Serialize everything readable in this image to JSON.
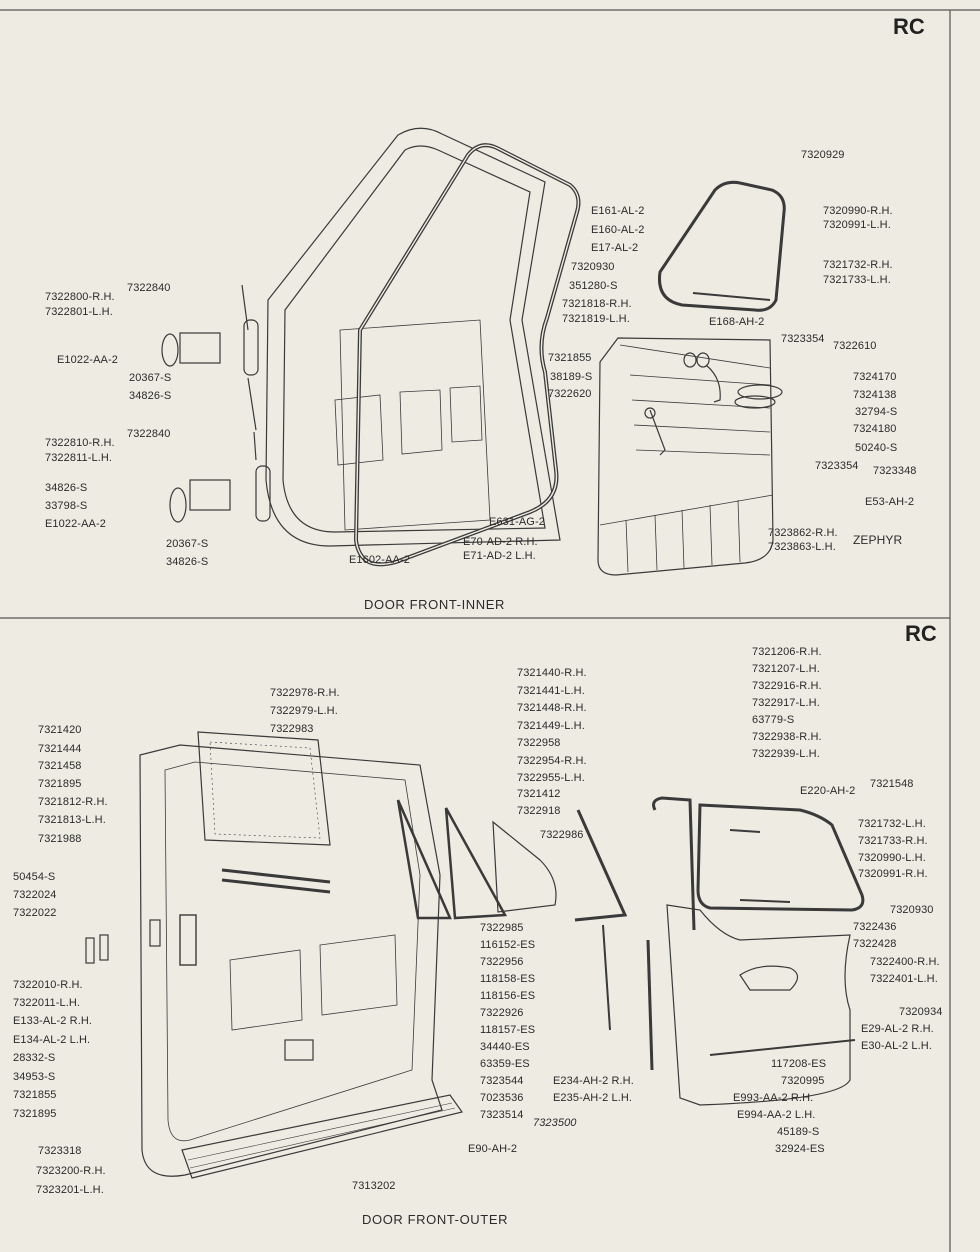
{
  "page_code": "RC",
  "colors": {
    "paper": "#eeebe3",
    "ink": "#2b2b2b"
  },
  "top_panel": {
    "section_code": "RC",
    "caption": "DOOR FRONT-INNER",
    "labels": [
      "7322840",
      "7322800-R.H.",
      "7322801-L.H.",
      "E1022-AA-2",
      "20367-S",
      "34826-S",
      "7322840",
      "7322810-R.H.",
      "7322811-L.H.",
      "34826-S",
      "33798-S",
      "E1022-AA-2",
      "20367-S",
      "34826-S",
      "E1602-AA-2",
      "E70-AD-2 R.H.",
      "E71-AD-2 L.H.",
      "E631-AG-2",
      "E161-AL-2",
      "E160-AL-2",
      "E17-AL-2",
      "7320930",
      "351280-S",
      "7321818-R.H.",
      "7321819-L.H.",
      "7321855",
      "38189-S",
      "7322620",
      "7320929",
      "7320990-R.H.",
      "7320991-L.H.",
      "7321732-R.H.",
      "7321733-L.H.",
      "E168-AH-2",
      "7323354",
      "7322610",
      "7324170",
      "7324138",
      "32794-S",
      "7324180",
      "50240-S",
      "7323354",
      "7323348",
      "E53-AH-2",
      "7323862-R.H.",
      "7323863-L.H.",
      "ZEPHYR"
    ]
  },
  "bottom_panel": {
    "section_code": "RC",
    "caption": "DOOR FRONT-OUTER",
    "labels": [
      "7321420",
      "7321444",
      "7321458",
      "7321895",
      "7321812-R.H.",
      "7321813-L.H.",
      "7321988",
      "50454-S",
      "7322024",
      "7322022",
      "7322010-R.H.",
      "7322011-L.H.",
      "E133-AL-2 R.H.",
      "E134-AL-2 L.H.",
      "28332-S",
      "34953-S",
      "7321855",
      "7321895",
      "7323318",
      "7323200-R.H.",
      "7323201-L.H.",
      "7322978-R.H.",
      "7322979-L.H.",
      "7322983",
      "7321440-R.H.",
      "7321441-L.H.",
      "7321448-R.H.",
      "7321449-L.H.",
      "7322958",
      "7322954-R.H.",
      "7322955-L.H.",
      "7321412",
      "7322918",
      "7322986",
      "7322985",
      "116152-ES",
      "7322956",
      "118158-ES",
      "118156-ES",
      "7322926",
      "118157-ES",
      "34440-ES",
      "63359-ES",
      "7323544",
      "7023536",
      "7323514",
      "7323500",
      "E90-AH-2",
      "E234-AH-2 R.H.",
      "E235-AH-2 L.H.",
      "7313202",
      "7321206-R.H.",
      "7321207-L.H.",
      "7322916-R.H.",
      "7322917-L.H.",
      "63779-S",
      "7322938-R.H.",
      "7322939-L.H.",
      "7321548",
      "E220-AH-2",
      "7321732-L.H.",
      "7321733-R.H.",
      "7320990-L.H.",
      "7320991-R.H.",
      "7320930",
      "7322436",
      "7322428",
      "7322400-R.H.",
      "7322401-L.H.",
      "7320934",
      "E29-AL-2 R.H.",
      "E30-AL-2 L.H.",
      "117208-ES",
      "7320995",
      "E993-AA-2 R.H.",
      "E994-AA-2 L.H.",
      "45189-S",
      "32924-ES"
    ]
  }
}
